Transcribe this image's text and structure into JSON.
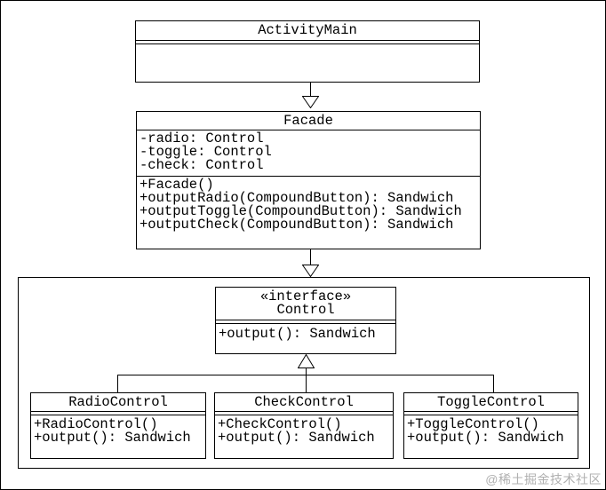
{
  "diagram": {
    "kind": "uml-class-diagram",
    "colors": {
      "line": "#000000",
      "background": "#ffffff",
      "watermark": "#b0b0b0"
    }
  },
  "classes": {
    "activity_main": {
      "title": "ActivityMain",
      "attributes": [],
      "methods": []
    },
    "facade": {
      "title": "Facade",
      "attributes": [
        "-radio: Control",
        "-toggle: Control",
        "-check: Control"
      ],
      "methods": [
        "+Facade()",
        "+outputRadio(CompoundButton): Sandwich",
        "+outputToggle(CompoundButton): Sandwich",
        "+outputCheck(CompoundButton): Sandwich"
      ]
    },
    "control": {
      "stereotype": "«interface»",
      "title": "Control",
      "methods": [
        "+output(): Sandwich"
      ]
    },
    "radio_control": {
      "title": "RadioControl",
      "methods": [
        "+RadioControl()",
        "+output(): Sandwich"
      ]
    },
    "check_control": {
      "title": "CheckControl",
      "methods": [
        "+CheckControl()",
        "+output(): Sandwich"
      ]
    },
    "toggle_control": {
      "title": "ToggleControl",
      "methods": [
        "+ToggleControl()",
        "+output(): Sandwich"
      ]
    }
  },
  "relationships": [
    {
      "from": "ActivityMain",
      "to": "Facade",
      "arrow": "hollow-triangle-down"
    },
    {
      "from": "Facade",
      "to": "Control-group",
      "arrow": "hollow-triangle-down"
    },
    {
      "from": "RadioControl",
      "to": "Control",
      "arrow": "hollow-triangle-up"
    },
    {
      "from": "CheckControl",
      "to": "Control",
      "arrow": "hollow-triangle-up"
    },
    {
      "from": "ToggleControl",
      "to": "Control",
      "arrow": "hollow-triangle-up"
    }
  ],
  "watermark": {
    "text": "@稀土掘金技术社区"
  }
}
